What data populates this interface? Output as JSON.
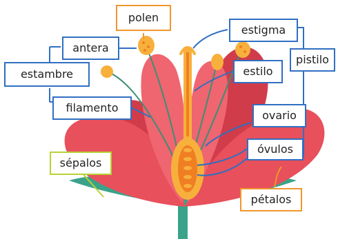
{
  "labels": {
    "polen": "polen",
    "antera": "antera",
    "estambre": "estambre",
    "filamento": "filamento",
    "estigma": "estigma",
    "estilo": "estilo",
    "pistilo": "pistilo",
    "ovario": "ovario",
    "ovulos": "óvulos",
    "sepalos": "sépalos",
    "petalos": "pétalos"
  },
  "colors": {
    "blue": "#2f6fc2",
    "orange": "#f0962c",
    "green": "#b8d235",
    "petal": "#e8505c",
    "petal_dark": "#d13c4a",
    "sepal": "#3aa38a",
    "stem": "#3aa38a",
    "yellow": "#f7b03c",
    "filament": "#3c8f73"
  }
}
